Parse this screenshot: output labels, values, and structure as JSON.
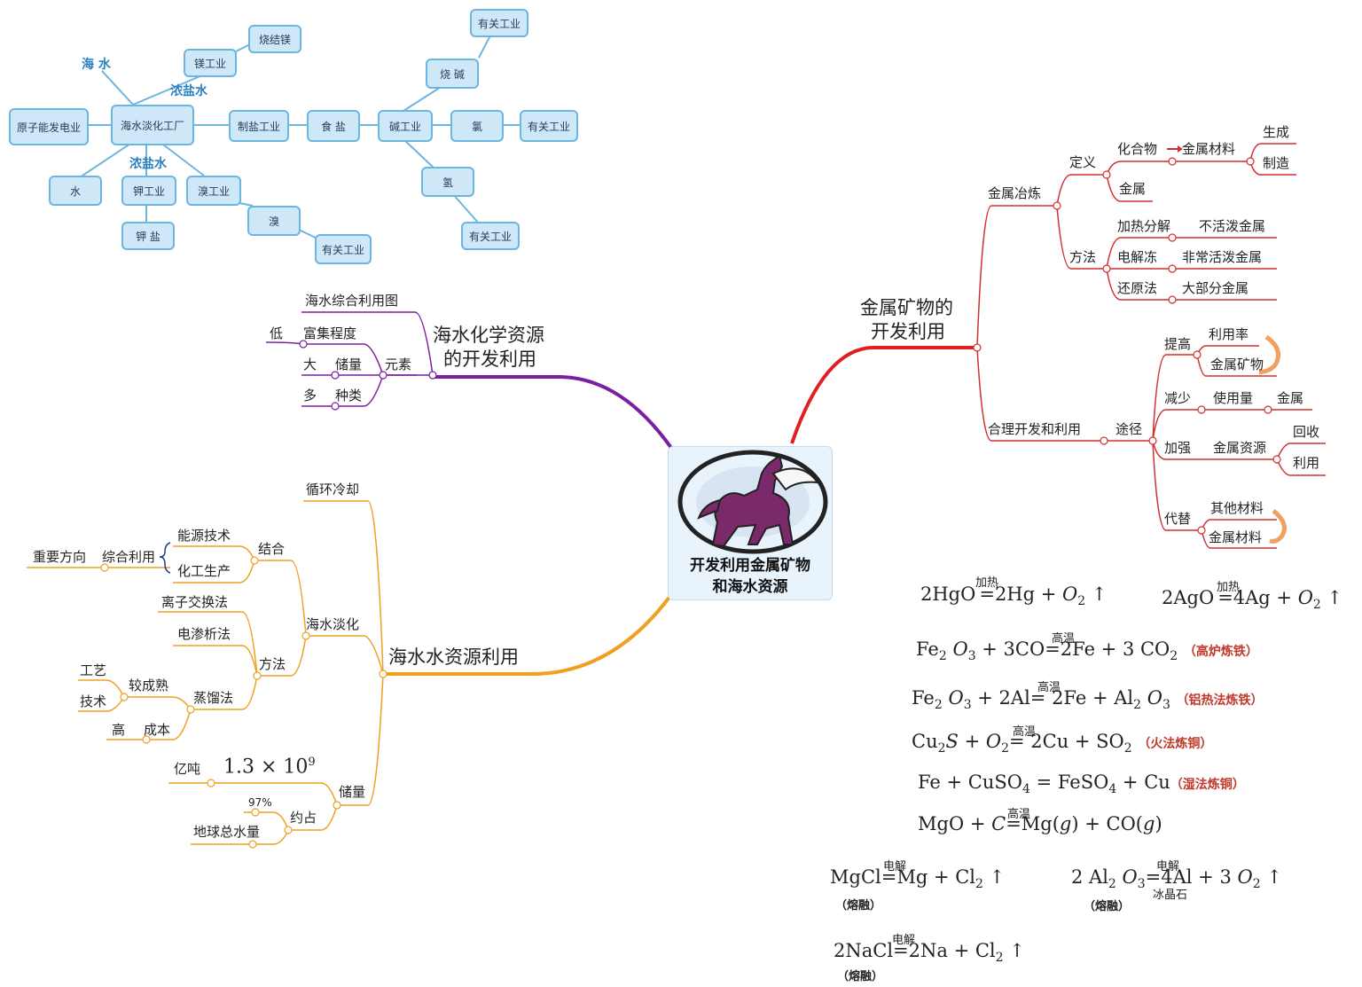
{
  "center": {
    "line1": "开发利用金属矿物",
    "line2": "和海水资源"
  },
  "flowchart": {
    "haishui": "海  水",
    "nongyanshui1": "浓盐水",
    "nongyanshui2": "浓盐水",
    "shaojiemei": "烧结镁",
    "meigongye": "镁工业",
    "youguan_top": "有关工业",
    "shaojian": "烧  碱",
    "yuanzineng": "原子能发电业",
    "danhua": "海水淡化工厂",
    "zhiyan": "制盐工业",
    "shiyan": "食  盐",
    "jiangongye": "碱工业",
    "lv": "氯",
    "youguan_right": "有关工业",
    "shui": "水",
    "jiagongye": "钾工业",
    "xiugongye": "溴工业",
    "qing": "氢",
    "jiayan": "钾  盐",
    "xiu": "溴",
    "youguan_xiu": "有关工业",
    "youguan_qing": "有关工业"
  },
  "chem": {
    "title_l1": "海水化学资源",
    "title_l2": "的开发利用",
    "map": "海水综合利用图",
    "di": "低",
    "fuji": "富集程度",
    "da": "大",
    "chuliang": "储量",
    "yuansu": "元素",
    "duo": "多",
    "zhonglei": "种类"
  },
  "water": {
    "title": "海水水资源利用",
    "xunhuan": "循环冷却",
    "nengyuan": "能源技术",
    "zhongyao": "重要方向",
    "zonghe": "综合利用",
    "jiehe": "结合",
    "huagong": "化工生产",
    "danhua": "海水淡化",
    "lizi": "离子交换法",
    "dianshen": "电渗析法",
    "fangfa": "方法",
    "gongyi": "工艺",
    "jiao": "较成熟",
    "jishu": "技术",
    "zhengliu": "蒸馏法",
    "gao": "高",
    "chengben": "成本",
    "yidun": "亿吨",
    "amount": "1.3 × 10",
    "exp": "9",
    "chuliang": "储量",
    "pct": "97%",
    "yuezhan": "约占",
    "diqiu": "地球总水量"
  },
  "metal": {
    "title_l1": "金属矿物的",
    "title_l2": "开发利用",
    "yelian": "金属冶炼",
    "dingyi": "定义",
    "huahewu": "化合物",
    "cailiao": "金属材料",
    "shengcheng": "生成",
    "zhizao": "制造",
    "jinshu": "金属",
    "jiare": "加热分解",
    "buhuopo": "不活泼金属",
    "fangfa": "方法",
    "dianjie": "电解冻",
    "feichang": "非常活泼金属",
    "huanyuan": "还原法",
    "dabufen": "大部分金属",
    "heli": "合理开发和利用",
    "tujing": "途径",
    "tigao": "提高",
    "liyonglv": "利用率",
    "kuangwu": "金属矿物",
    "jianshao": "减少",
    "shiyong": "使用量",
    "jinshu2": "金属",
    "jiaqiang": "加强",
    "ziyuan": "金属资源",
    "huishou": "回收",
    "liyong": "利用",
    "daiti": "代替",
    "qita": "其他材料",
    "cailiao2": "金属材料"
  },
  "equations": {
    "jiare": "加热",
    "gaowen": "高温",
    "dianjie": "电解",
    "bingjingshi": "冰晶石",
    "rongrong": "（熔融）",
    "n_gaolu": "（高炉炼铁）",
    "n_lvre": "（铝热法炼铁）",
    "n_huofa": "（火法炼铜）",
    "n_shifa": "（湿法炼铜）"
  },
  "colors": {
    "chem": "#7b1fa2",
    "water": "#f0a020",
    "metal": "#e02020",
    "box": "#cfe8f8",
    "box_border": "#6cb5e0"
  }
}
